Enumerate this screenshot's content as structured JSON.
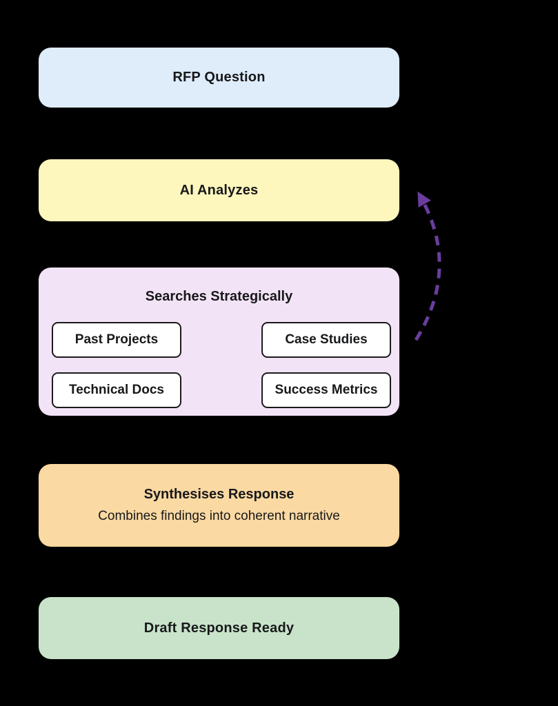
{
  "canvas": {
    "background": "#000000",
    "text_color": "#17181a"
  },
  "nodes": {
    "rfp_question": {
      "label": "RFP Question",
      "bg": "#dfecfa"
    },
    "ai_analyzes": {
      "label": "AI Analyzes",
      "bg": "#fdf6bd"
    },
    "searches": {
      "title": "Searches Strategically",
      "bg": "#f3e3f6",
      "items": [
        "Past Projects",
        "Case Studies",
        "Technical Docs",
        "Success Metrics"
      ],
      "item_bg": "#ffffff",
      "item_border": "#1a1a1a"
    },
    "synthesises": {
      "title": "Synthesises Response",
      "subtitle": "Combines findings into coherent narrative",
      "bg": "#fbd9a2"
    },
    "draft_ready": {
      "label": "Draft Response Ready",
      "bg": "#c8e3c9"
    }
  },
  "arrow": {
    "name": "feedback-loop-arrow",
    "from": "Searches Strategically",
    "to": "AI Analyzes",
    "color": "#6a3d9c",
    "style": "dashed"
  }
}
